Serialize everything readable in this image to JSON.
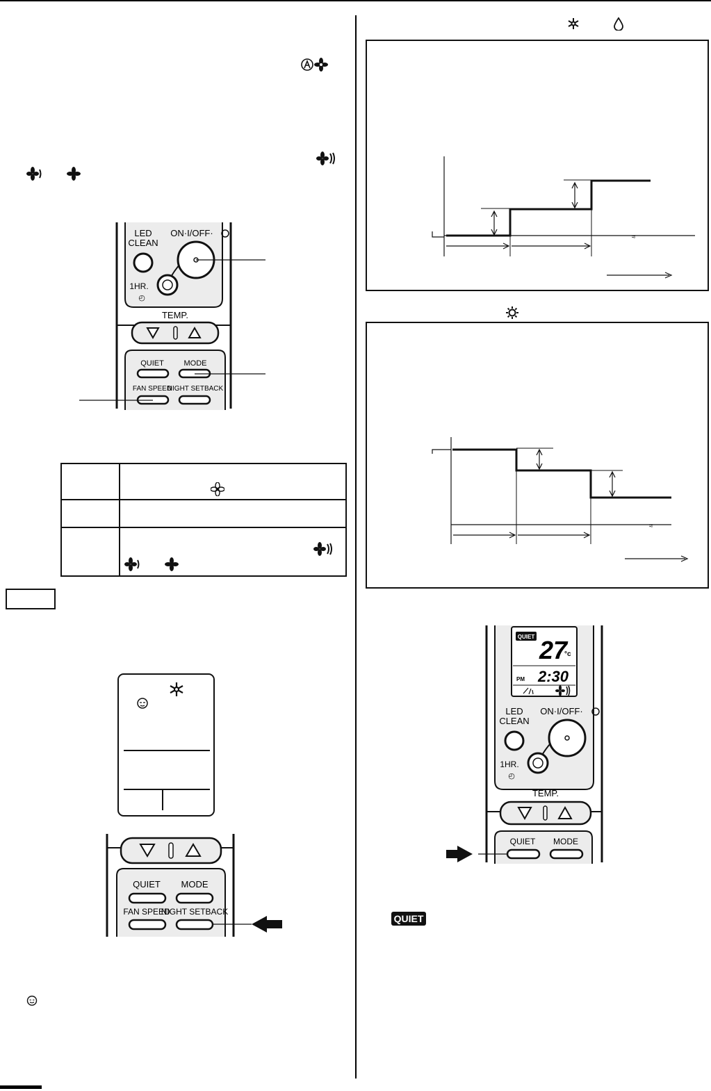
{
  "remote": {
    "led_clean": [
      "LED",
      "CLEAN"
    ],
    "on_off": "ON·I/OFF·",
    "one_hr": "1HR.",
    "temp": "TEMP.",
    "quiet": "QUIET",
    "mode": "MODE",
    "fan_speed": "FAN SPEED",
    "night_setback": "NIGHT SETBACK"
  },
  "display": {
    "quiet_badge": "QUIET",
    "temperature": "27",
    "unit": "°c",
    "period": "PM",
    "time": "2:30"
  },
  "quiet_badge_text": "QUIET",
  "colors": {
    "ink": "#111111",
    "panel": "#ececec",
    "button": "#ffffff"
  },
  "icons": [
    "auto-fan-icon",
    "fan-icon",
    "fan-high-icon",
    "cool-icon",
    "dry-icon",
    "heat-icon",
    "sleep-icon",
    "arrow-right-icon"
  ]
}
